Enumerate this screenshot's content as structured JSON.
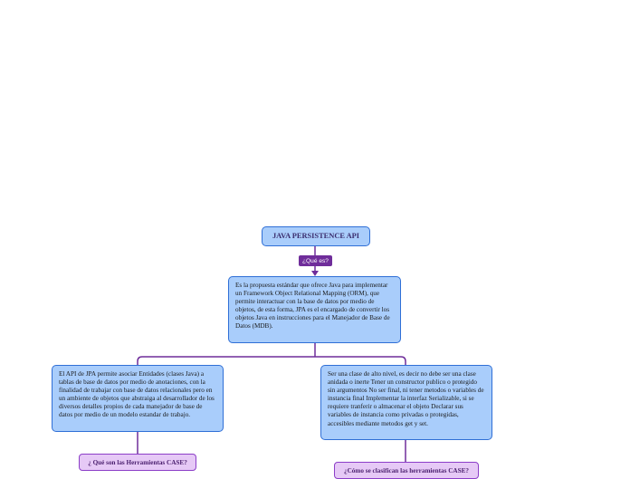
{
  "map": {
    "root": {
      "label": "JAVA PERSISTENCE API"
    },
    "connector_label": "¿Qué es?",
    "definition": {
      "text": "Es la propuesta estándar que ofrece Java para implementar un Framework Object Relational Mapping (ORM), que permite interactuar con la base de datos por medio de objetos, de esta forma, JPA es el encargado de convertir los objetos Java en instrucciones para el Manejador de Base de Datos (MDB)."
    },
    "left": {
      "text": "El API de JPA permite asociar Entidades (clases Java) a tablas de base de datos por medio de anotaciones, con la finalidad de trabajar con base de datos relacionales pero en un ambiente de objetos que abstraiga al desarrollador de los diversos detalles propios de cada manejador de base de datos por medio de un modelo estandar de trabajo.",
      "question": "¿ Qué son las Herramientas CASE?"
    },
    "right": {
      "text": "Ser una clase de alto nivel, es decir no debe ser una clase anidada o inerte Tener un constructor publico o protegido sin argumentos No ser final, ni tener metodos o variables de instancia final Implementar la interfaz Serializable, si se requiere tranferir o almacenar el objeto Declarar sus variables de instancia como privadas o protegidas, accesibles mediante metodos get y set.",
      "question": "¿Cómo se clasifican las herramientas CASE?"
    }
  },
  "colors": {
    "node_fill": "#a9cdfb",
    "node_border": "#2f6fd6",
    "question_fill": "#e6c9f6",
    "connector": "#6f2d9a"
  }
}
